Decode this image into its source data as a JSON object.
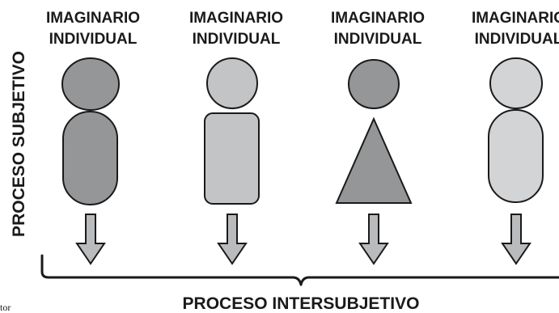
{
  "figure": {
    "side_label": "PROCESO SUBJETIVO",
    "bottom_label": "PROCESO INTERSUBJETIVO",
    "cutoff_text": "tor",
    "figures": [
      {
        "line1": "IMAGINARIO",
        "line2": "INDIVIDUAL",
        "head_color": "#959697",
        "body_color": "#959697",
        "body_shape": "capsule"
      },
      {
        "line1": "IMAGINARIO",
        "line2": "INDIVIDUAL",
        "head_color": "#c2c4c6",
        "body_color": "#c2c4c6",
        "body_shape": "rounded-rectangle"
      },
      {
        "line1": "IMAGINARIO",
        "line2": "INDIVIDUAL",
        "head_color": "#959697",
        "body_color": "#959697",
        "body_shape": "triangle"
      },
      {
        "line1": "IMAGINARIO",
        "line2": "INDIVIDUAL",
        "head_color": "#d3d4d5",
        "body_color": "#d3d4d5",
        "body_shape": "capsule"
      }
    ],
    "arrow_color": "#b9bbbd"
  }
}
